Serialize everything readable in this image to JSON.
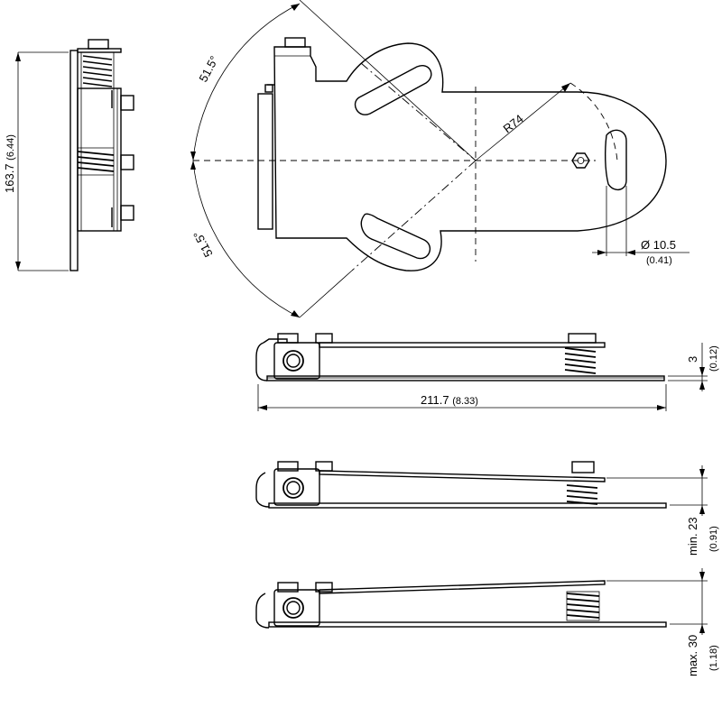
{
  "drawing": {
    "side_view": {
      "height_dim": "163.7",
      "height_dim_inch": "(6.44)"
    },
    "top_view": {
      "angle_upper": "51.5°",
      "angle_lower": "51.5°",
      "radius": "R74",
      "hole_dia": "Ø 10.5",
      "hole_dia_inch": "(0.41)"
    },
    "front_view_flat": {
      "length_dim": "211.7",
      "length_dim_inch": "(8.33)",
      "thickness_dim": "3",
      "thickness_dim_inch": "(0.12)"
    },
    "front_view_min": {
      "min_dim": "min. 23",
      "min_dim_inch": "(0.91)"
    },
    "front_view_max": {
      "max_dim": "max. 30",
      "max_dim_inch": "(1.18)"
    }
  }
}
